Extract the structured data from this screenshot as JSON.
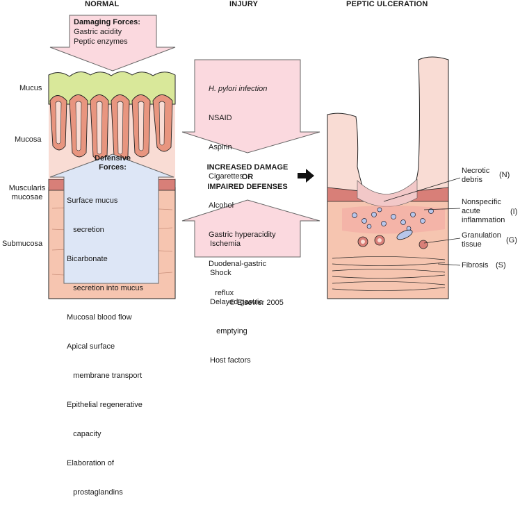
{
  "headers": {
    "normal": "NORMAL",
    "injury": "INJURY",
    "peptic": "PEPTIC ULCERATION"
  },
  "layers": [
    "Mucus",
    "Mucosa",
    "Muscularis",
    "mucosae",
    "Submucosa"
  ],
  "damaging": {
    "title": "Damaging Forces:",
    "items": [
      "Gastric acidity",
      "Peptic enzymes"
    ]
  },
  "defensive": {
    "title1": "Defensive",
    "title2": "Forces:",
    "items": [
      "Surface mucus",
      "   secretion",
      "Bicarbonate",
      "   secretion into mucus",
      "Mucosal blood flow",
      "Apical surface",
      "   membrane transport",
      "Epithelial regenerative",
      "   capacity",
      "Elaboration of",
      "   prostaglandins"
    ]
  },
  "injury_top": [
    "H. pylori infection",
    "NSAID",
    "Aspirin",
    "Cigarettes",
    "Alcohol",
    "Gastric hyperacidity",
    "Duodenal-gastric",
    "   reflux"
  ],
  "center": {
    "line1": "INCREASED DAMAGE",
    "line2": "OR",
    "line3": "IMPAIRED DEFENSES"
  },
  "injury_bottom": [
    "Ischemia",
    "Shock",
    "Delayed gastric",
    "   emptying",
    "Host factors"
  ],
  "ulcer_labels": {
    "necrotic1": "Necrotic",
    "necrotic2": "debris",
    "necrotic_code": "(N)",
    "infl1": "Nonspecific",
    "infl2": "acute",
    "infl3": "inflammation",
    "infl_code": "(I)",
    "gran1": "Granulation",
    "gran2": "tissue",
    "gran_code": "(G)",
    "fib": "Fibrosis",
    "fib_code": "(S)"
  },
  "copyright": "© Elsevier 2005",
  "colors": {
    "mucus": "#d9e89a",
    "mucosa": "#f9dcd4",
    "villus": "#e8957f",
    "muscularis": "#d87f78",
    "submucosa": "#f6c5b0",
    "pink_arrow": "#fbd9df",
    "blue_arrow": "#dde6f6",
    "outline": "#222222"
  }
}
